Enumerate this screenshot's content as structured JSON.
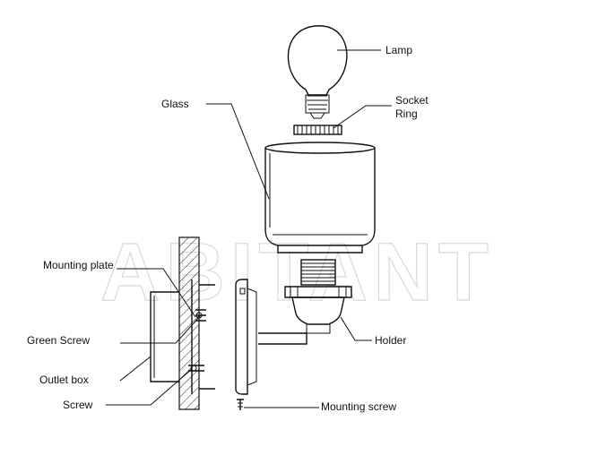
{
  "watermark": "ABITANT",
  "labels": {
    "lamp": "Lamp",
    "glass": "Glass",
    "socket_ring_1": "Socket",
    "socket_ring_2": "Ring",
    "holder": "Holder",
    "mounting_plate": "Mounting plate",
    "green_screw": "Green Screw",
    "outlet_box": "Outlet box",
    "screw": "Screw",
    "mounting_screw": "Mounting screw"
  }
}
